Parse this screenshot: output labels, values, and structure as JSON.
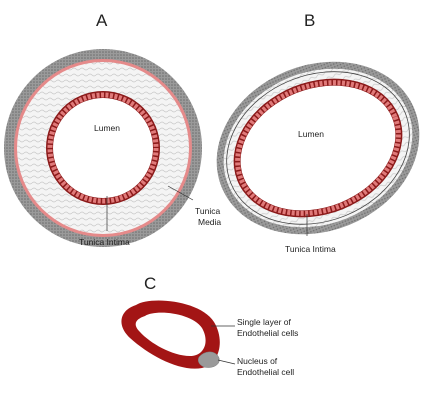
{
  "panels": {
    "a": {
      "letter": "A",
      "lumen": "Lumen",
      "label_intima": "Tunica Intima",
      "label_media_line1": "Tunica",
      "label_media_line2": "Media"
    },
    "b": {
      "letter": "B",
      "lumen": "Lumen",
      "label_intima": "Tunica Intima"
    },
    "c": {
      "letter": "C",
      "label_layer_line1": "Single layer of",
      "label_layer_line2": "Endothelial cells",
      "label_nucleus_line1": "Nucleus of",
      "label_nucleus_line2": "Endothelial cell"
    }
  },
  "colors": {
    "intima_dark_red": "#8b1a1a",
    "endothelium_pink": "#e07a7a",
    "adventitia_gray": "#8a8a8a",
    "media_light": "#efefef",
    "nucleus_gray": "#9a9a9a"
  }
}
